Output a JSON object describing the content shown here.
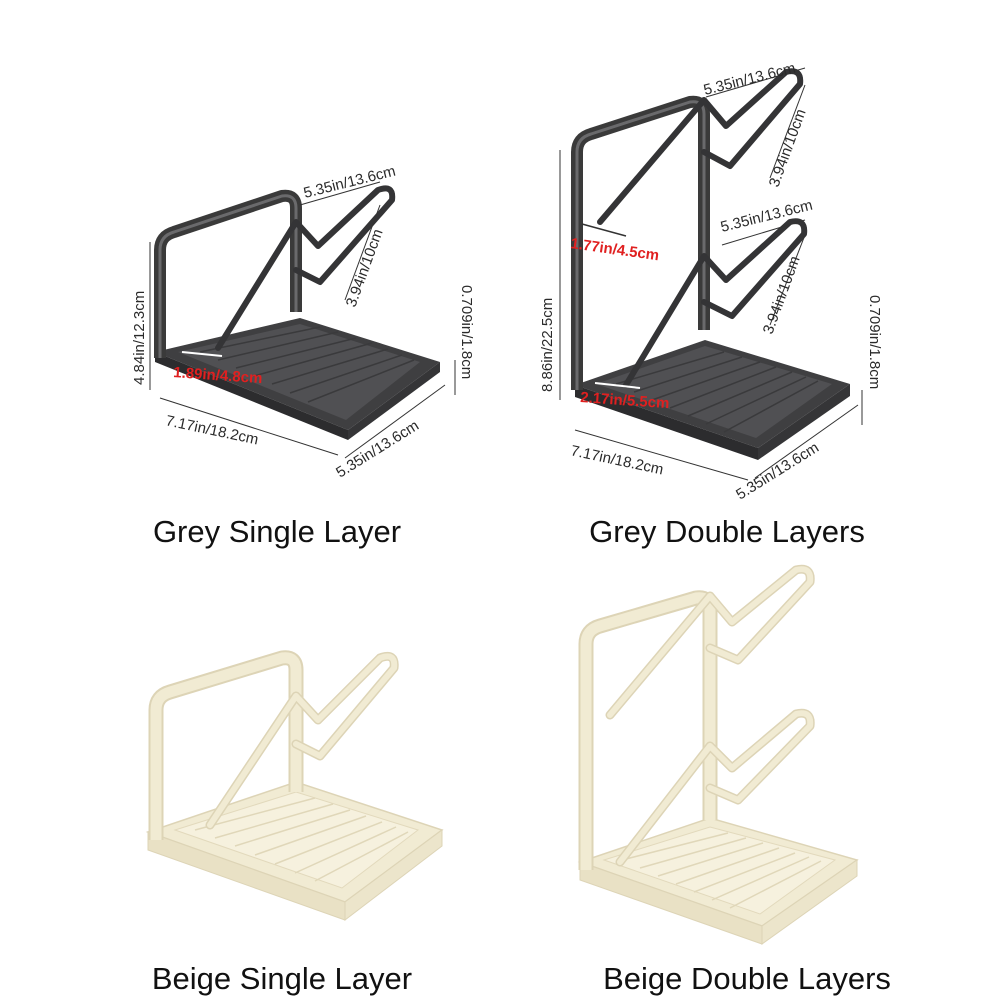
{
  "colors": {
    "grey_frame": "#3a3a3a",
    "grey_tray": "#4a4a4c",
    "beige_frame": "#f1ebd3",
    "beige_edge": "#ddd4b6",
    "red_label": "#e02020"
  },
  "panels": [
    {
      "caption": "Grey Single Layer",
      "dims": {
        "hook_width": "5.35in/13.6cm",
        "hook_depth": "3.94in/10cm",
        "height": "4.84in/12.3cm",
        "tray_lip": "0.709in/1.8cm",
        "gap": "1.89in/4.8cm",
        "width": "7.17in/18.2cm",
        "depth": "5.35in/13.6cm"
      }
    },
    {
      "caption": "Grey Double Layers",
      "dims": {
        "hook_width_top": "5.35in/13.6cm",
        "hook_depth_top": "3.94in/10cm",
        "gap_top": "1.77in/4.5cm",
        "hook_width_low": "5.35in/13.6cm",
        "hook_depth_low": "3.94in/10cm",
        "height": "8.86in/22.5cm",
        "tray_lip": "0.709in/1.8cm",
        "gap": "2.17in/5.5cm",
        "width": "7.17in/18.2cm",
        "depth": "5.35in/13.6cm"
      }
    },
    {
      "caption": "Beige Single Layer"
    },
    {
      "caption": "Beige Double Layers"
    }
  ]
}
